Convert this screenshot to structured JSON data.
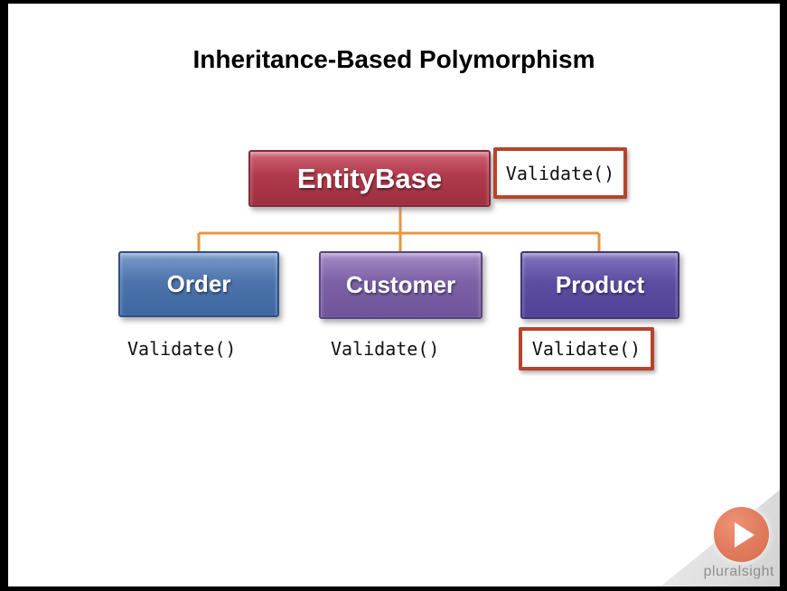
{
  "slide": {
    "title": "Inheritance-Based Polymorphism"
  },
  "diagram": {
    "parent": {
      "label": "EntityBase",
      "method": "Validate()",
      "method_highlighted": true
    },
    "children": [
      {
        "label": "Order",
        "method": "Validate()",
        "method_highlighted": false
      },
      {
        "label": "Customer",
        "method": "Validate()",
        "method_highlighted": false
      },
      {
        "label": "Product",
        "method": "Validate()",
        "method_highlighted": true
      }
    ]
  },
  "branding": {
    "name": "pluralsight",
    "logo": "play-icon"
  },
  "colors": {
    "parent_box": "#b03a4c",
    "order_box": "#4d74ac",
    "customer_box": "#7d61a6",
    "product_box": "#5d4da0",
    "connector": "#e8963f",
    "highlight_border": "#b8432c",
    "brand_coral": "#e07b5c",
    "brand_text": "#8f8f8f"
  }
}
